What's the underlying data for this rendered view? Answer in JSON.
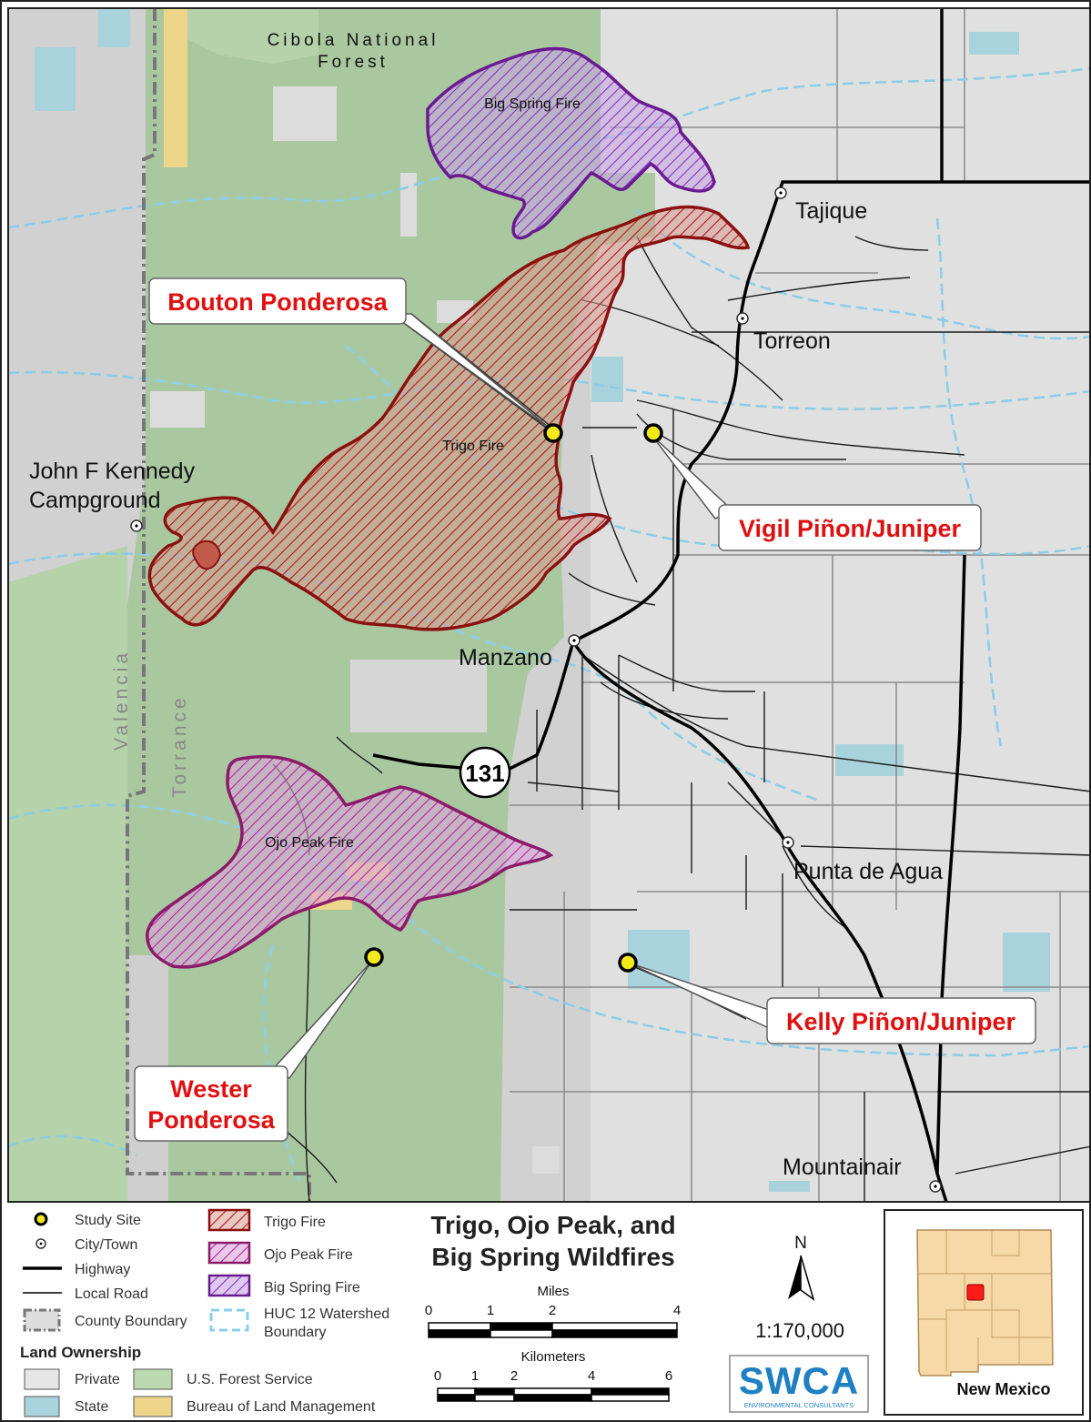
{
  "map": {
    "forest_name_lines": [
      "Cibola National",
      "Forest"
    ],
    "fires": [
      {
        "id": "big-spring",
        "label": "Big Spring Fire",
        "color": "#6a1a90"
      },
      {
        "id": "trigo",
        "label": "Trigo Fire",
        "color": "#8b1010"
      },
      {
        "id": "ojo-peak",
        "label": "Ojo Peak Fire",
        "color": "#8b1a6a"
      }
    ],
    "towns": [
      "Tajique",
      "Torreon",
      "Manzano",
      "Punta de Agua",
      "Mountainair"
    ],
    "campground_lines": [
      "John F Kennedy",
      "Campground"
    ],
    "counties": [
      "Valencia",
      "Torrance"
    ],
    "highway_shield": "131",
    "study_sites": [
      {
        "id": "bouton",
        "lines": [
          "Bouton Ponderosa"
        ]
      },
      {
        "id": "vigil",
        "lines": [
          "Vigil Piñon/Juniper"
        ]
      },
      {
        "id": "kelly",
        "lines": [
          "Kelly Piñon/Juniper"
        ]
      },
      {
        "id": "wester",
        "lines": [
          "Wester",
          "Ponderosa"
        ]
      }
    ]
  },
  "legend": {
    "study_site": "Study Site",
    "city_town": "City/Town",
    "highway": "Highway",
    "local_road": "Local Road",
    "county_boundary": "County Boundary",
    "trigo_fire": "Trigo Fire",
    "ojo_peak_fire": "Ojo Peak Fire",
    "big_spring_fire": "Big Spring Fire",
    "huc_lines": [
      "HUC 12 Watershed",
      "Boundary"
    ],
    "land_ownership": "Land Ownership",
    "private": "Private",
    "state": "State",
    "usfs": "U.S. Forest Service",
    "blm": "Bureau of Land Management"
  },
  "title_lines": [
    "Trigo, Ojo Peak, and",
    "Big Spring Wildfires"
  ],
  "scalebar": {
    "miles_label": "Miles",
    "miles_ticks": [
      "0",
      "1",
      "2",
      "4"
    ],
    "km_label": "Kilometers",
    "km_ticks": [
      "0",
      "1",
      "2",
      "4",
      "6"
    ]
  },
  "north_arrow": "N",
  "scale_ratio": "1:170,000",
  "logo": {
    "name": "SWCA",
    "subtitle": "ENVIRONMENTAL CONSULTANTS"
  },
  "inset": {
    "label": "New Mexico"
  },
  "colors": {
    "private": "#e6e6e6",
    "state": "#a9d3dc",
    "usfs": "#bcd9b2",
    "blm": "#edd58a",
    "fire_red": "#8b1010",
    "fire_magenta": "#8b1a6a",
    "fire_purple": "#6a1a90",
    "label_red": "#e01010",
    "watershed": "#8ccde8"
  }
}
